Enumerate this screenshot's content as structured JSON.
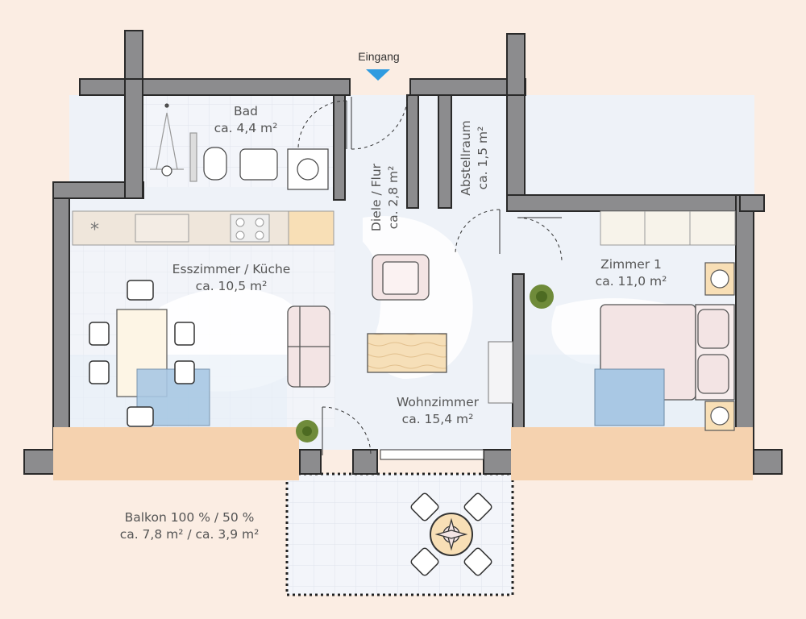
{
  "entrance": {
    "label": "Eingang"
  },
  "rooms": {
    "bad": {
      "name": "Bad",
      "area": "ca. 4,4 m²"
    },
    "diele": {
      "name": "Diele / Flur",
      "area": "ca. 2,8 m²"
    },
    "abstellraum": {
      "name": "Abstellraum",
      "area": "ca. 1,5 m²"
    },
    "kueche": {
      "name": "Esszimmer / Küche",
      "area": "ca. 10,5 m²"
    },
    "zimmer1": {
      "name": "Zimmer 1",
      "area": "ca. 11,0 m²"
    },
    "wohnzimmer": {
      "name": "Wohnzimmer",
      "area": "ca. 15,4 m²"
    },
    "balkon": {
      "name": "Balkon 100 % / 50 %",
      "area": "ca. 7,8 m² / ca. 3,9 m²"
    }
  },
  "colors": {
    "background": "#fbede3",
    "wall": "#8c8c8e",
    "floor": "#eef2f8",
    "window_sill": "#f5d2af",
    "entrance_marker": "#2f9be0",
    "furniture": "#f3e4e4"
  }
}
